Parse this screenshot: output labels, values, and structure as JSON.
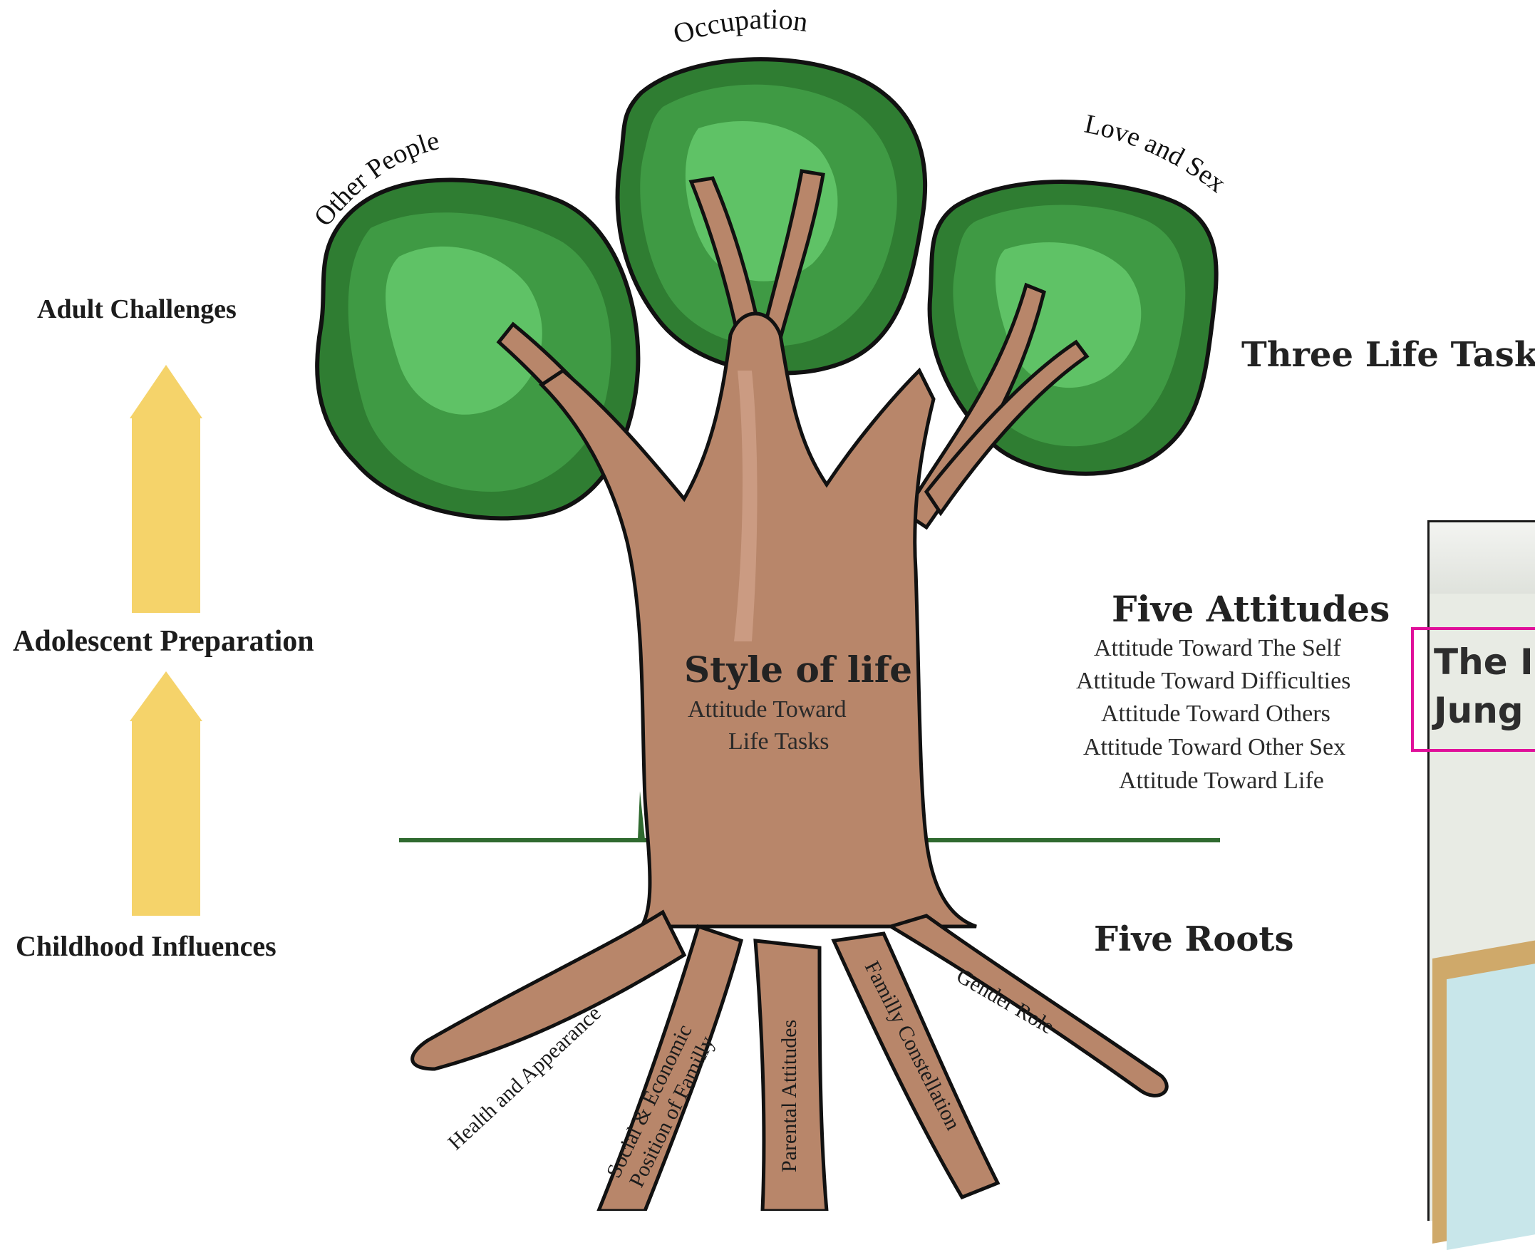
{
  "left": {
    "adult": "Adult Challenges",
    "adolescent": "Adolescent Preparation",
    "childhood": "Childhood Influences"
  },
  "canopy": {
    "other_people": "Other People",
    "occupation": "Occupation",
    "love_and_sex": "Love and Sex"
  },
  "trunk": {
    "title": "Style of life",
    "line1": "Attitude Toward",
    "line2": "Life Tasks"
  },
  "right": {
    "life_tasks": "Three Life Tasks",
    "attitudes_title": "Five Attitudes",
    "attitudes": [
      "Attitude Toward The Self",
      "Attitude Toward Difficulties",
      "Attitude Toward Others",
      "Attitude Toward Other Sex",
      "Attitude Toward Life"
    ],
    "roots_title": "Five Roots"
  },
  "roots": {
    "health": "Health and Appearance",
    "social_1": "Social & Economic",
    "social_2": "Position of Familly",
    "parental": "Parental Attitudes",
    "family": "Familly Constellation",
    "gender": "Gender Role"
  },
  "inset": {
    "title": "The I\nJung"
  },
  "colors": {
    "bark": "#b8866a",
    "bark_light": "#cfa088",
    "leaf_dark": "#2f7d32",
    "leaf_mid": "#3f9a44",
    "leaf_light": "#5fc266",
    "ground": "#2f6a2f",
    "arrow": "#f5d36a",
    "highlight": "#e0109a"
  }
}
